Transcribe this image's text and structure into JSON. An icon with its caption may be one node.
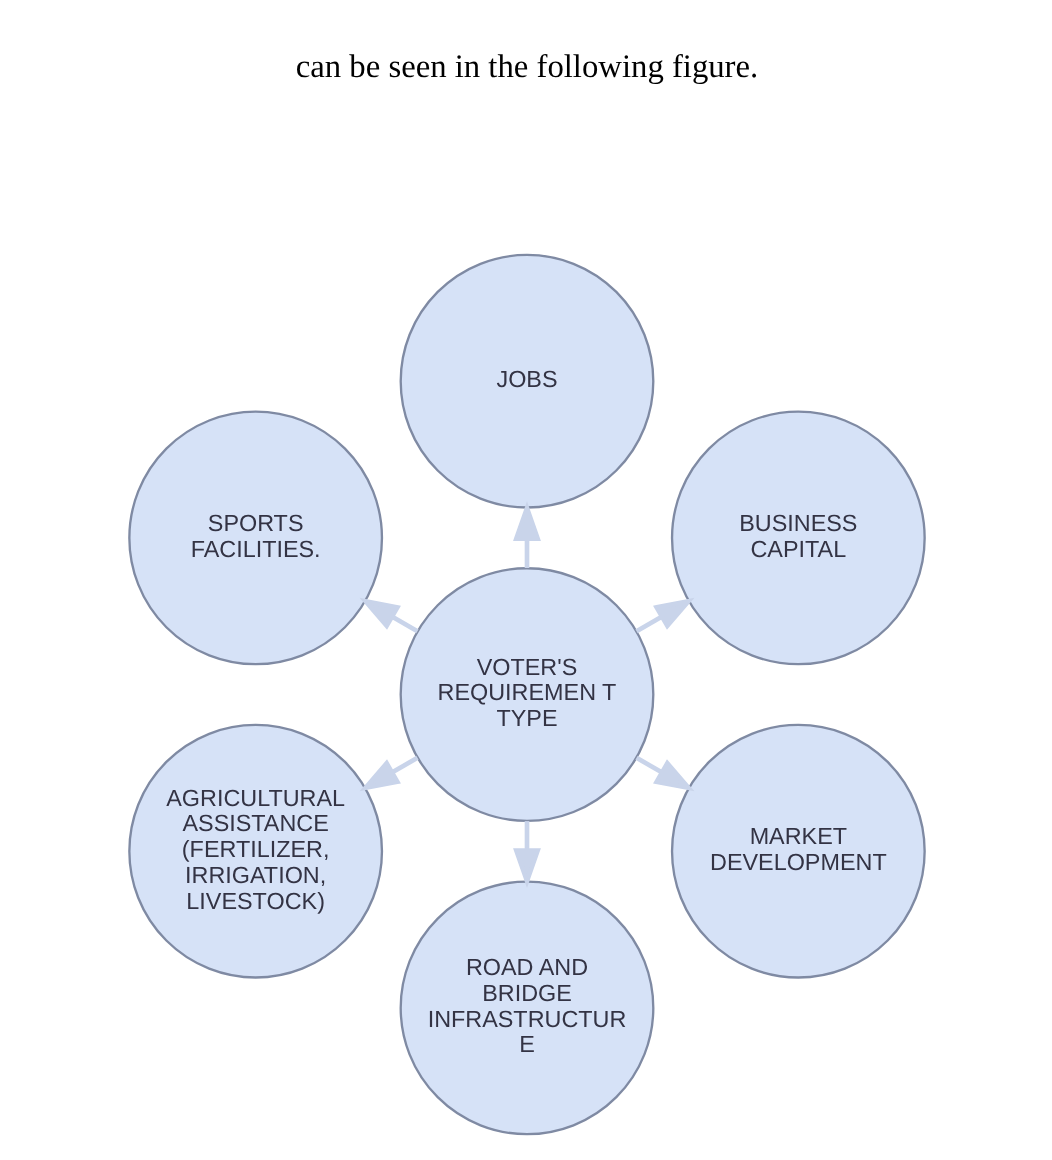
{
  "diagram": {
    "nodes": [
      {
        "text": [
          "VOTER'S REQUIREMEN T TYPE"
        ]
      },
      {
        "text": [
          "JOBS"
        ]
      },
      {
        "text": [
          "BUSINESS CAPITAL"
        ]
      },
      {
        "text": [
          "MARKET DEVELOPMENT"
        ]
      },
      {
        "text": [
          "ROAD AND BRIDGE INFRASTRUCTUR E"
        ]
      },
      {
        "text": [
          "AGRICULTURAL ASSISTANCE (FERTILIZER, IRRIGATION, LIVESTOCK)"
        ]
      },
      {
        "text": [
          "SPORTS FACILITIES."
        ]
      }
    ],
    "edges": [
      {
        "from": 0,
        "to": 1,
        "arrow": "to"
      },
      {
        "from": 0,
        "to": 2,
        "arrow": "to"
      },
      {
        "from": 0,
        "to": 3,
        "arrow": "to"
      },
      {
        "from": 0,
        "to": 4,
        "arrow": "to"
      },
      {
        "from": 0,
        "to": 5,
        "arrow": "to"
      },
      {
        "from": 0,
        "to": 6,
        "arrow": "to"
      }
    ],
    "labels": [
      "can be seen in the following figure."
    ]
  }
}
